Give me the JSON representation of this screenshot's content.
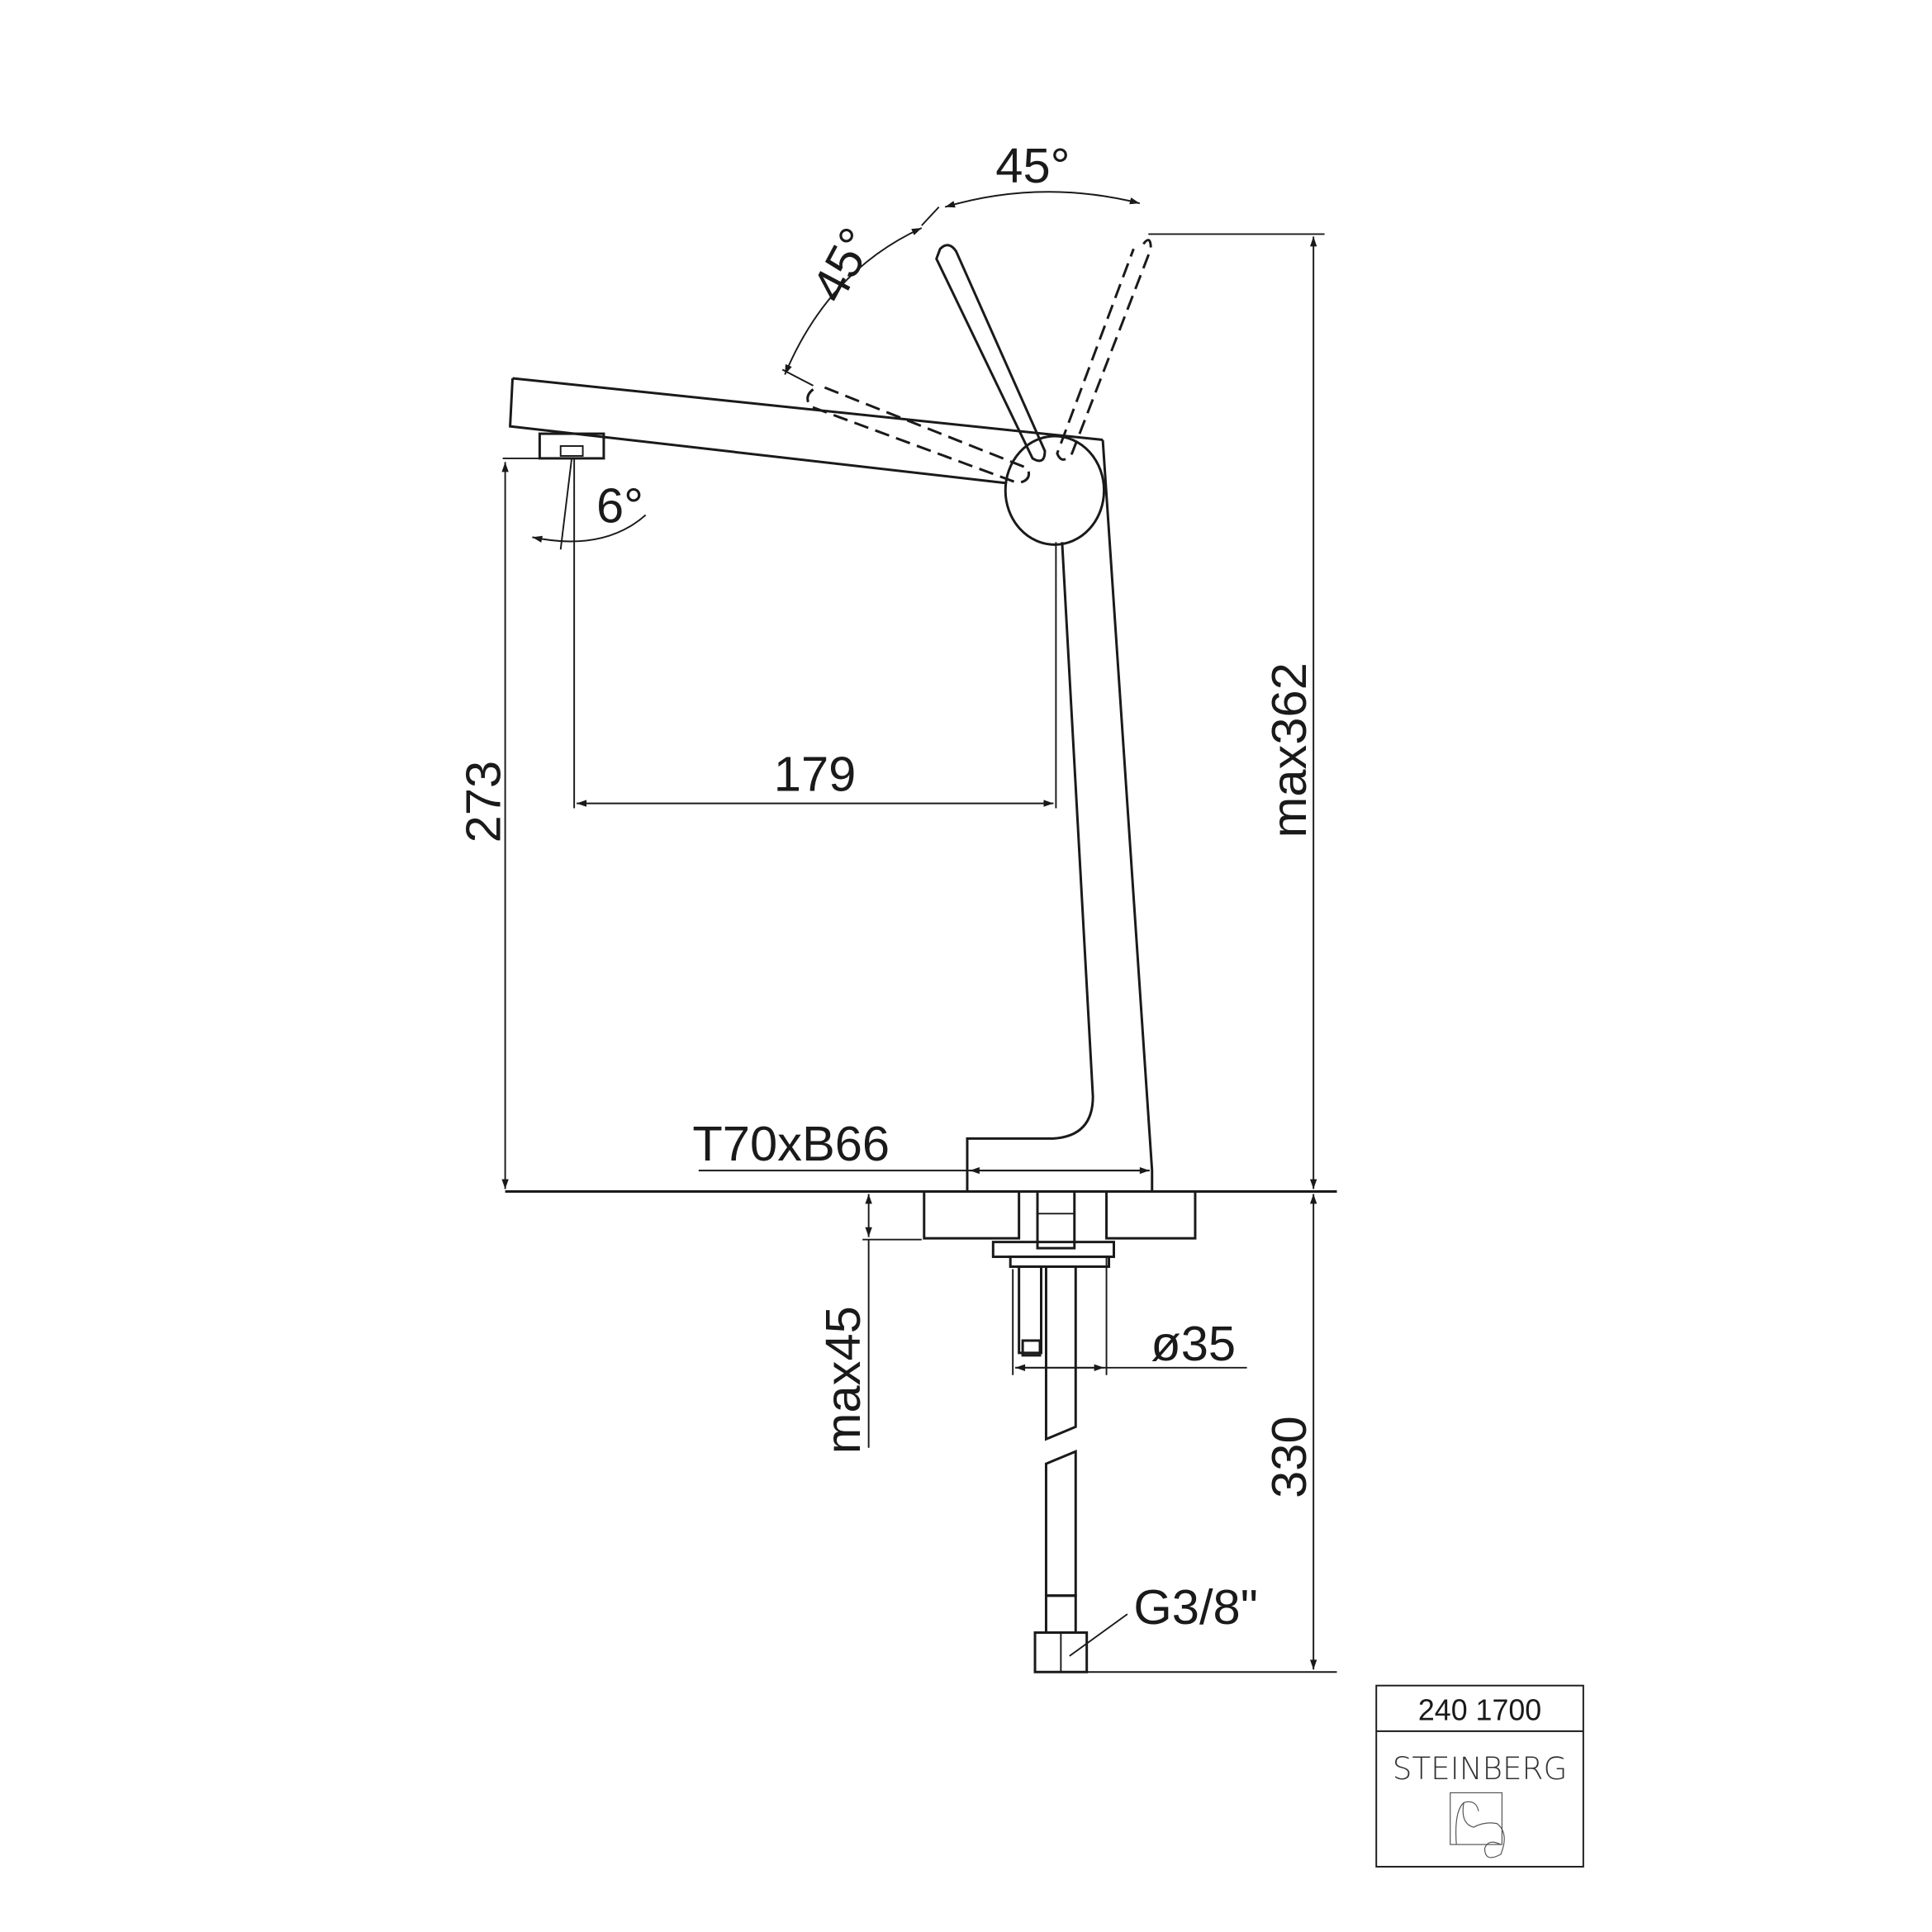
{
  "drawing": {
    "dimensions": {
      "lever_angle_left": "45°",
      "lever_angle_right": "45°",
      "spout_angle": "6°",
      "outlet_height": "273",
      "spout_reach": "179",
      "max_height": "max362",
      "base_size": "T70xB66",
      "max_counter_thickness": "max45",
      "hole_diameter": "ø35",
      "hose_length": "330",
      "connection_thread": "G3/8\""
    }
  },
  "title_block": {
    "article_number": "240 1700",
    "brand": "STEINBERG"
  },
  "colors": {
    "line": "#1a1a1a",
    "background": "#ffffff"
  }
}
